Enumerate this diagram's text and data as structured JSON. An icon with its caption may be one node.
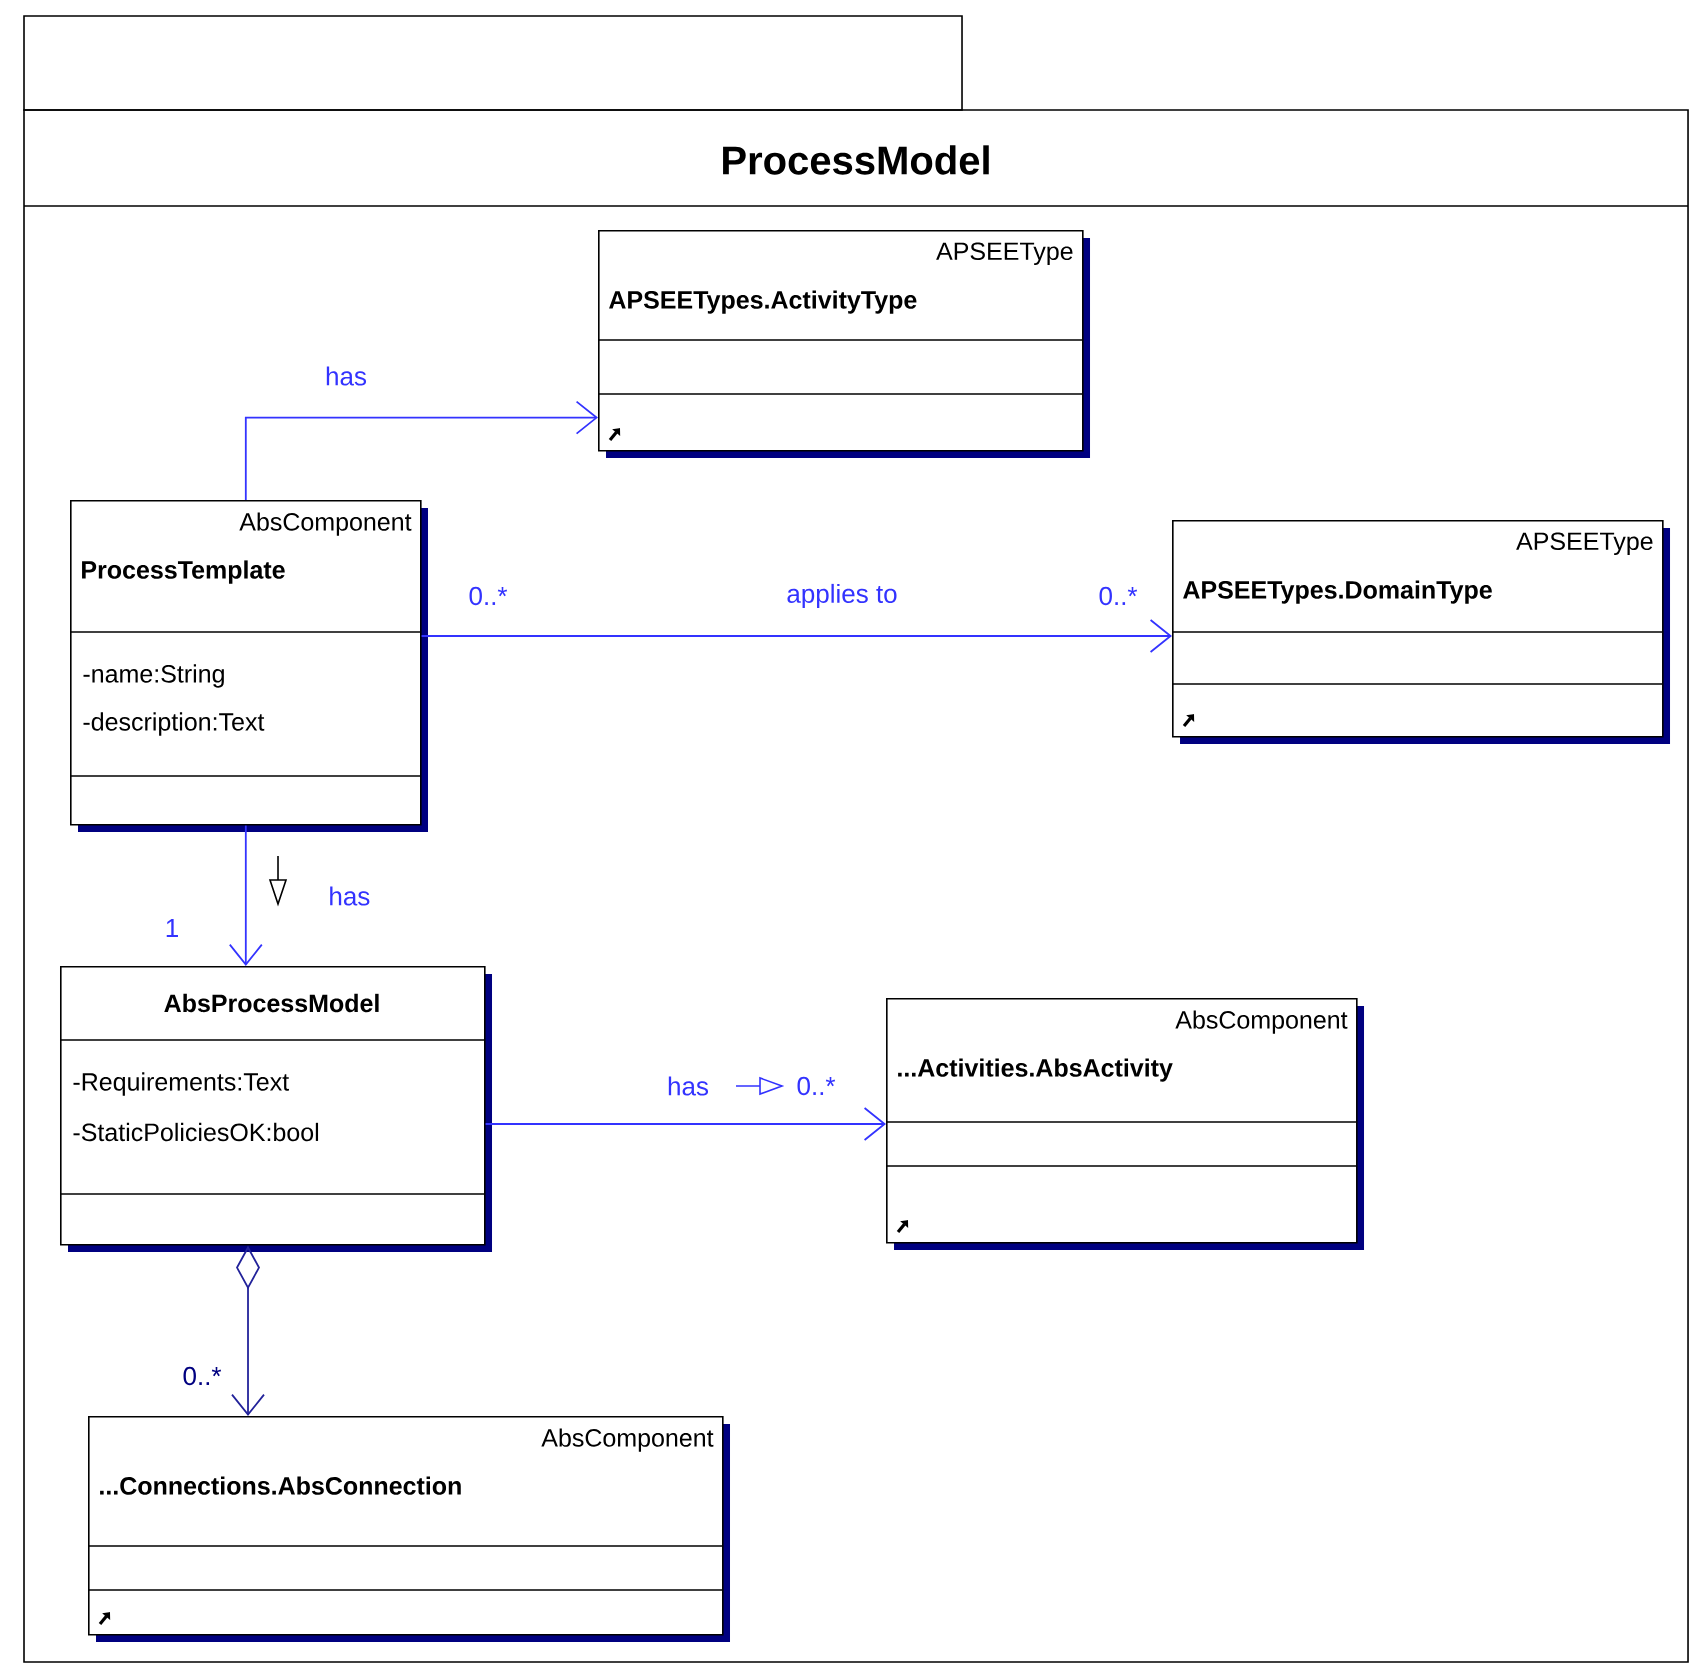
{
  "diagram": {
    "nodes": [
      {
        "text": [
          "ProcessModel"
        ]
      },
      {
        "text": [
          "APSEEType",
          "APSEETypes.ActivityType"
        ],
        "in": 0
      },
      {
        "text": [
          "AbsComponent",
          "ProcessTemplate",
          "-name:String",
          "-description:Text"
        ],
        "in": 0
      },
      {
        "text": [
          "APSEEType",
          "APSEETypes.DomainType"
        ],
        "in": 0
      },
      {
        "text": [
          "AbsProcessModel",
          "-Requirements:Text",
          "-StaticPoliciesOK:bool"
        ],
        "in": 0
      },
      {
        "text": [
          "AbsComponent",
          "...Activities.AbsActivity"
        ],
        "in": 0
      },
      {
        "text": [
          "AbsComponent",
          "...Connections.AbsConnection"
        ],
        "in": 0
      }
    ],
    "edges": [
      {
        "from": 2,
        "to": 1,
        "arrow": "to",
        "label": "has"
      },
      {
        "from": 2,
        "to": 3,
        "arrow": "to",
        "label": "applies to"
      },
      {
        "from": 2,
        "to": 4,
        "arrow": "to",
        "label": "has"
      },
      {
        "from": 4,
        "to": 5,
        "arrow": "to",
        "label": "has"
      },
      {
        "from": 4,
        "to": 6,
        "arrow": "to",
        "color": "#22229a"
      }
    ],
    "labels": [
      "0..*",
      "0..*",
      "1",
      "0..*",
      "0..*"
    ]
  }
}
